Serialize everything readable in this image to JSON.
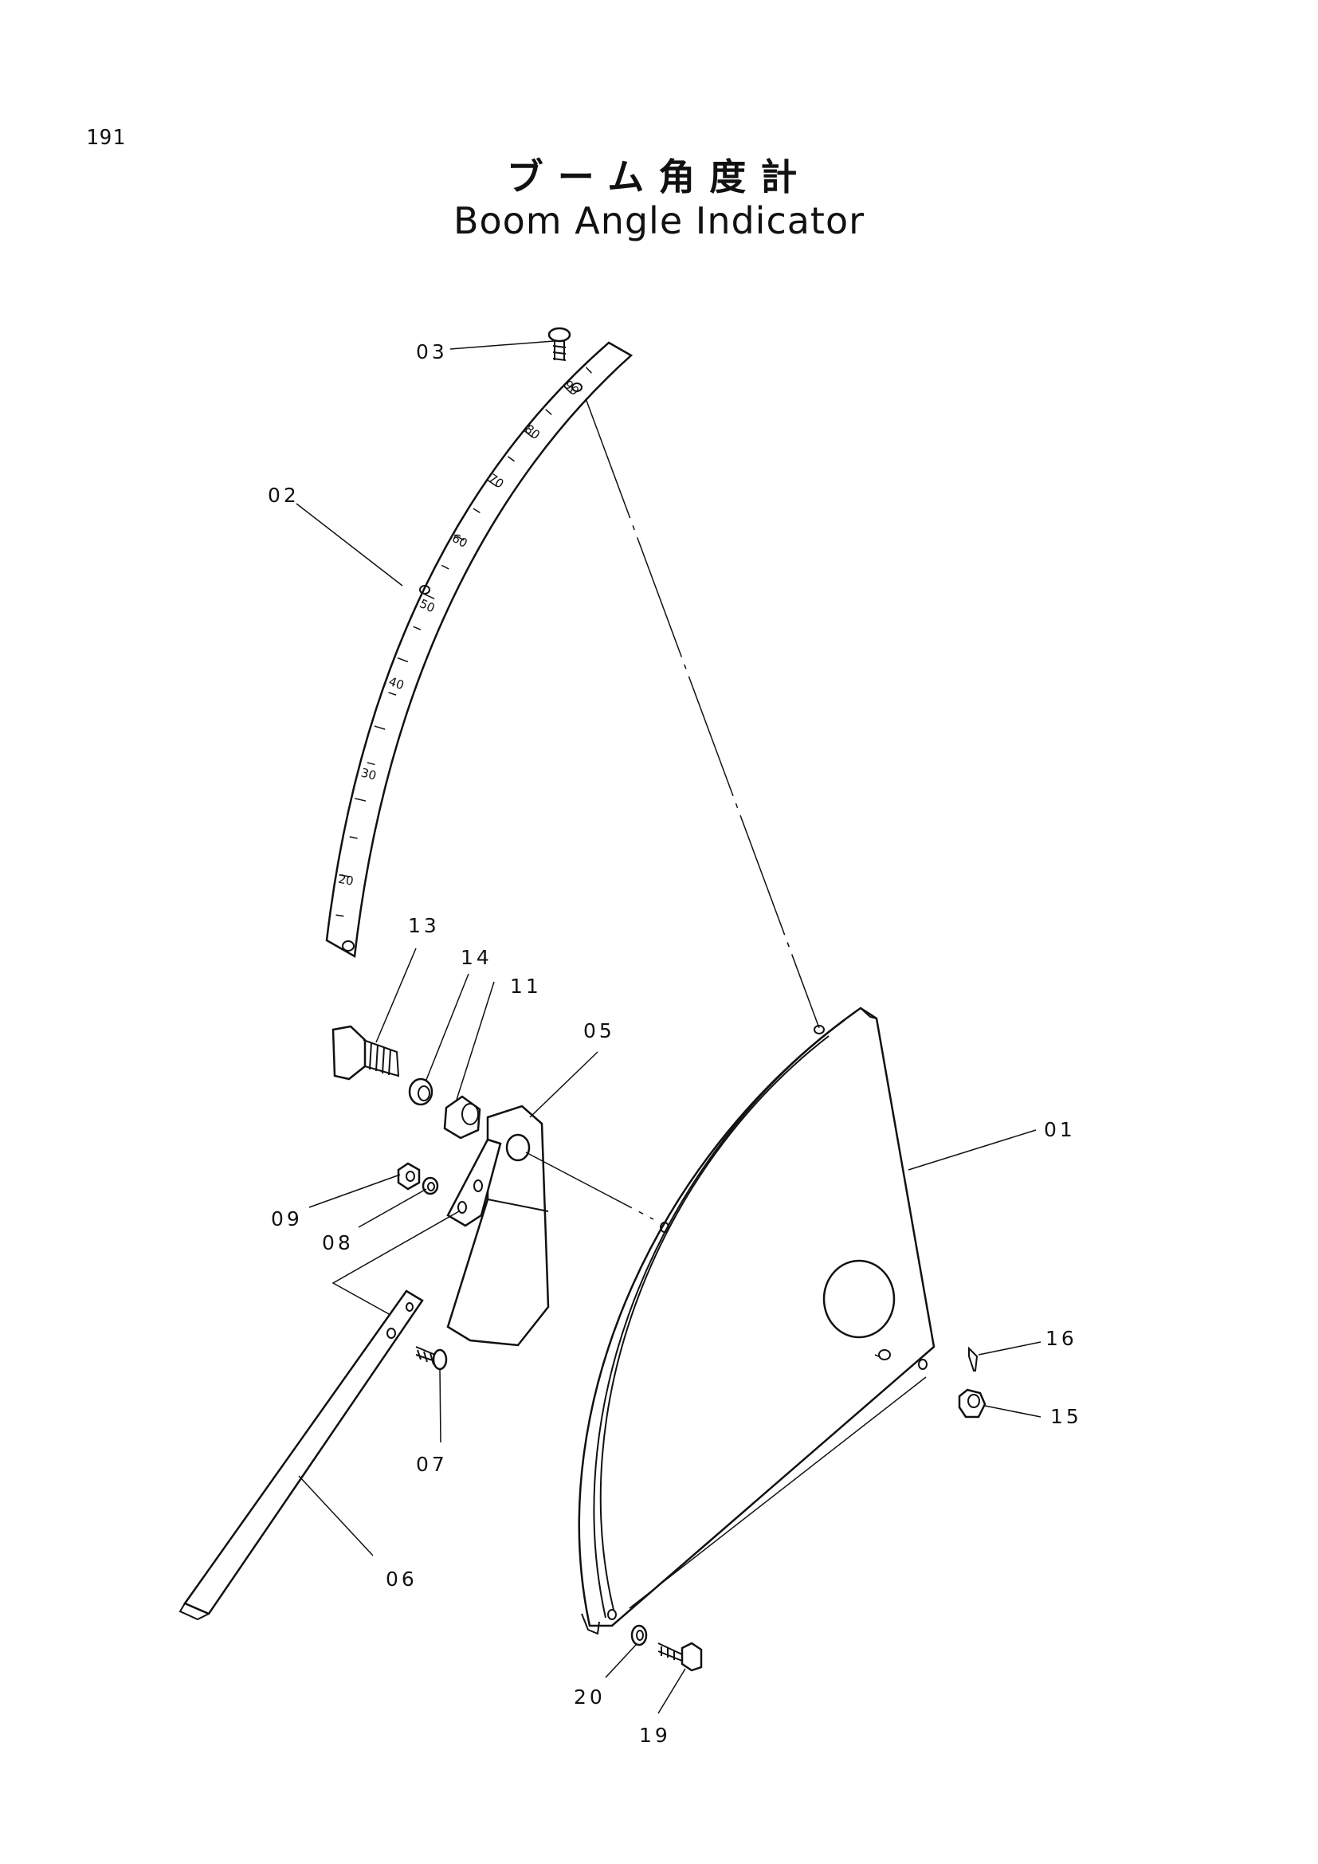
{
  "page_number": "191",
  "title_jp": "ブーム角度計",
  "title_en": "Boom Angle Indicator",
  "scale_labels": [
    "90",
    "80",
    "70",
    "60",
    "50",
    "40",
    "30",
    "20"
  ],
  "parts": [
    {
      "id": "01",
      "label": "01"
    },
    {
      "id": "02",
      "label": "02"
    },
    {
      "id": "03",
      "label": "03"
    },
    {
      "id": "05",
      "label": "05"
    },
    {
      "id": "06",
      "label": "06"
    },
    {
      "id": "07",
      "label": "07"
    },
    {
      "id": "08",
      "label": "08"
    },
    {
      "id": "09",
      "label": "09"
    },
    {
      "id": "11",
      "label": "11"
    },
    {
      "id": "13",
      "label": "13"
    },
    {
      "id": "14",
      "label": "14"
    },
    {
      "id": "15",
      "label": "15"
    },
    {
      "id": "16",
      "label": "16"
    },
    {
      "id": "19",
      "label": "19"
    },
    {
      "id": "20",
      "label": "20"
    }
  ]
}
